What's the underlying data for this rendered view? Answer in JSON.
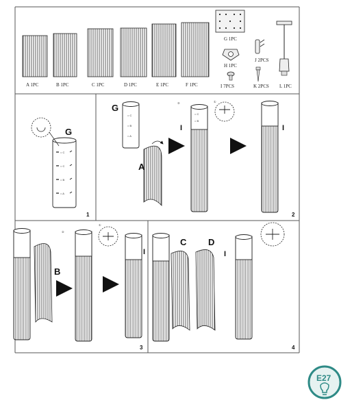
{
  "parts": [
    {
      "letter": "A",
      "label": "A 1PC"
    },
    {
      "letter": "B",
      "label": "B 1PC"
    },
    {
      "letter": "C",
      "label": "C 1PC"
    },
    {
      "letter": "D",
      "label": "D 1PC"
    },
    {
      "letter": "E",
      "label": "E 1PC"
    },
    {
      "letter": "F",
      "label": "F 1PC"
    }
  ],
  "small_parts": {
    "G": "G 1PC",
    "H": "H 1PC",
    "I": "I 7PCS",
    "J": "J 2PCS",
    "K": "K 2PCS",
    "L": "L 1PC"
  },
  "steps": {
    "s1": {
      "num": "1",
      "callout": "G"
    },
    "s2": {
      "num": "2",
      "callout_g": "G",
      "callout_a": "A",
      "callout_i1": "I",
      "callout_i2": "I",
      "circ2": "②",
      "circ1": "①"
    },
    "s3": {
      "num": "3",
      "callout_b": "B",
      "callout_i": "I",
      "circ2": "②",
      "circ1": "①"
    },
    "s4": {
      "num": "4",
      "callout_c": "C",
      "callout_d": "D",
      "callout_i": "I"
    }
  },
  "badge": {
    "text": "E27",
    "ring_color": "#2e8a86",
    "fill_color": "#e6f2f1"
  },
  "colors": {
    "line": "#222222",
    "frame": "#555555"
  }
}
